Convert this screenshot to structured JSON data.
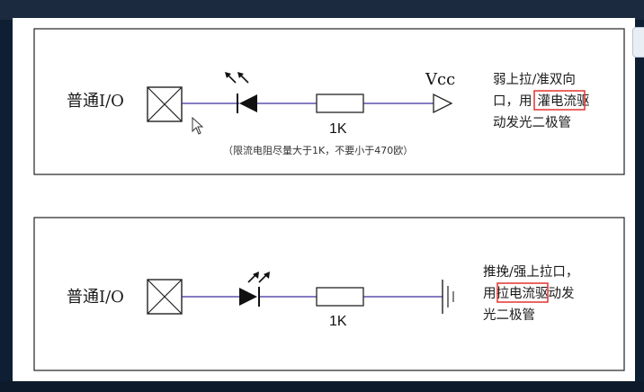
{
  "circuit_top": {
    "io_label": "普通I/O",
    "resistor_label": "1K",
    "vcc_label": "Vcc",
    "note": "（限流电阻尽量大于1K，不要小于470欧）",
    "description_lines": [
      "弱上拉/准双向",
      "口，用",
      "灌电流",
      "驱",
      "动发光二极管"
    ]
  },
  "circuit_bottom": {
    "io_label": "普通I/O",
    "resistor_label": "1K",
    "description_lines": [
      "推挽/强上拉口，",
      "用",
      "拉电流",
      "驱动发",
      "光二极管"
    ]
  },
  "colors": {
    "wire": "#3a2f9e",
    "highlight_box": "#e3342f",
    "ink": "#1a1a1a",
    "border": "#222222"
  }
}
